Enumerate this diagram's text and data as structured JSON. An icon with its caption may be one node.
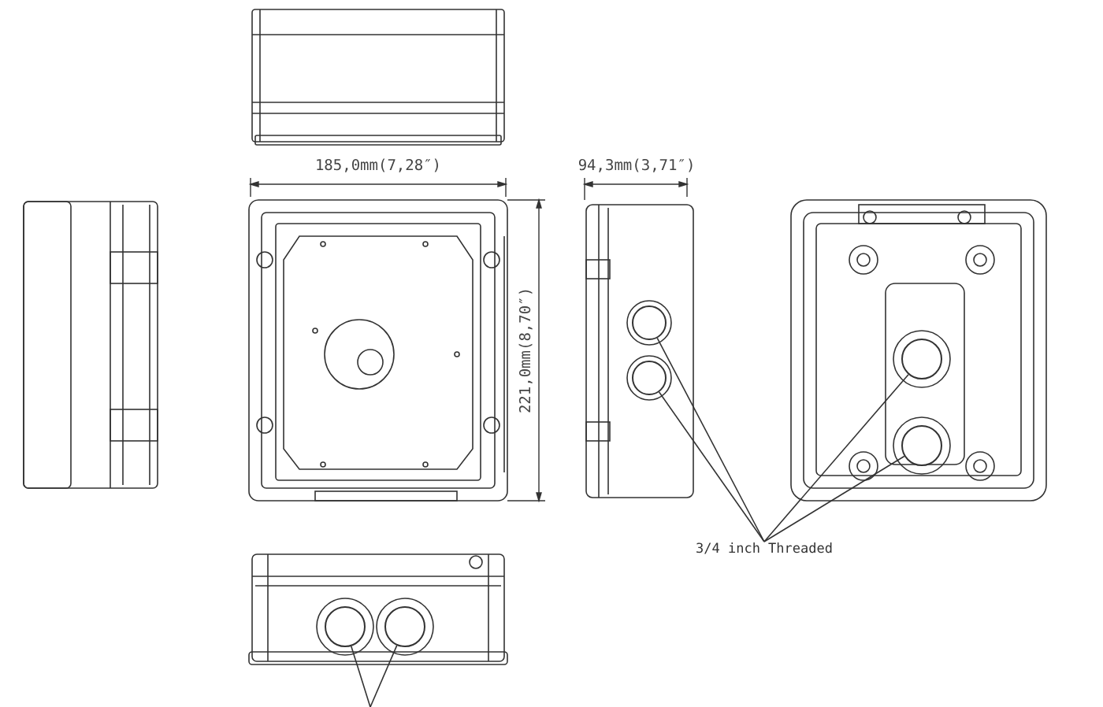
{
  "diagram": {
    "nodes": [
      {
        "text": [],
        "shape": "circle"
      },
      {
        "text": [],
        "shape": "circle"
      },
      {
        "text": [],
        "shape": "circle"
      },
      {
        "text": [],
        "shape": "circle"
      },
      {
        "text": [
          "3/4 inch Threaded"
        ]
      },
      {
        "text": [],
        "shape": "circle"
      },
      {
        "text": [],
        "shape": "circle"
      }
    ],
    "edges": [
      {
        "from": 4,
        "to": 0,
        "arrow": "none"
      },
      {
        "from": 4,
        "to": 1,
        "arrow": "none"
      },
      {
        "from": 4,
        "to": 2,
        "arrow": "none"
      },
      {
        "from": 4,
        "to": 3,
        "arrow": "none"
      },
      {
        "from": null,
        "to": 5,
        "arrow": "none"
      },
      {
        "from": null,
        "to": 6,
        "arrow": "none"
      }
    ],
    "labels": [
      "185,0mm(7,28″)",
      "94,3mm(3,71″)",
      "221,0mm(8,70″)"
    ]
  }
}
